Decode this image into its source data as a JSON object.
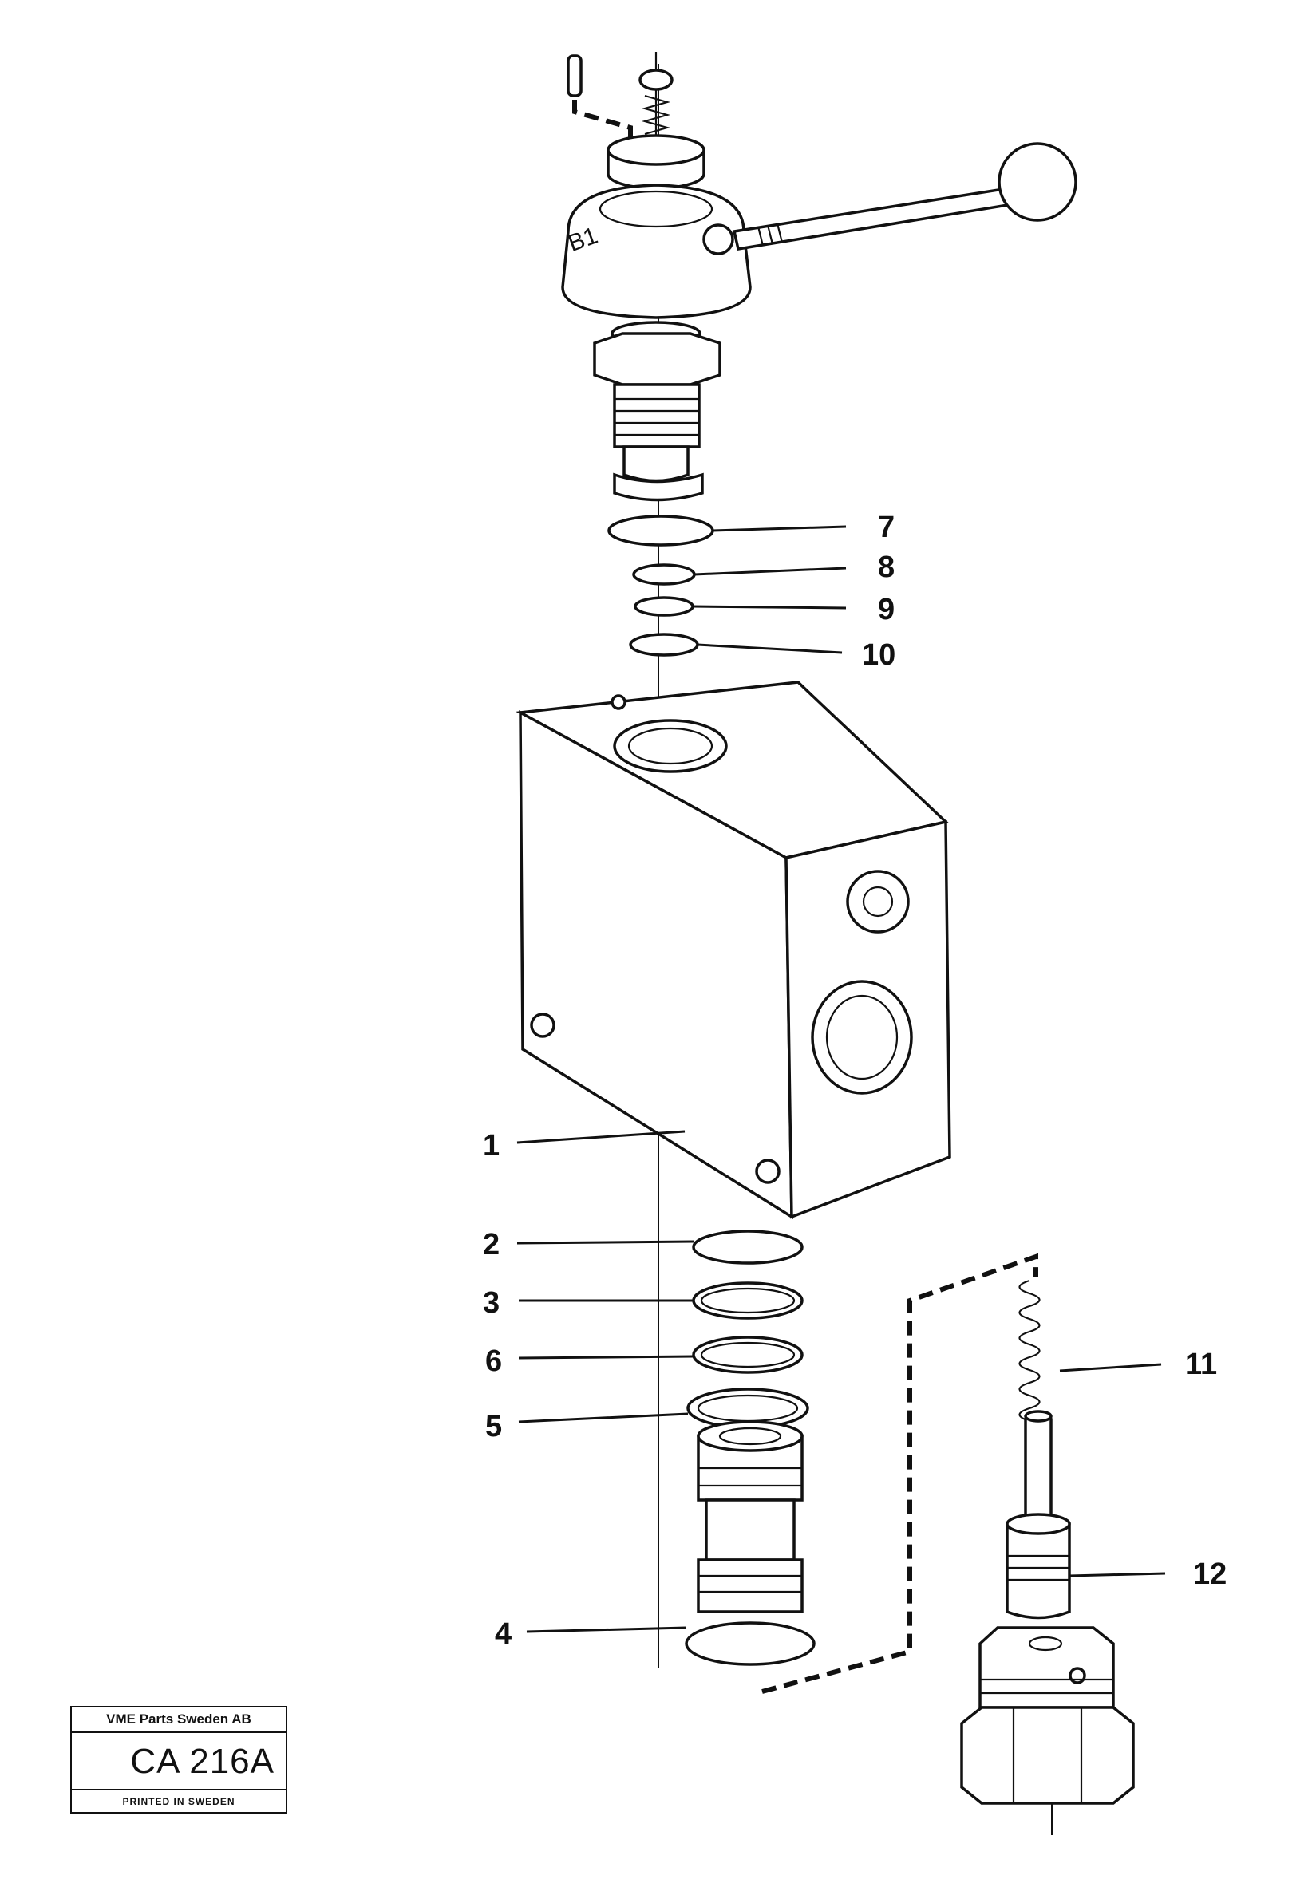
{
  "callouts": [
    {
      "id": "7",
      "label": "7"
    },
    {
      "id": "8",
      "label": "8"
    },
    {
      "id": "9",
      "label": "9"
    },
    {
      "id": "10",
      "label": "10"
    },
    {
      "id": "1",
      "label": "1"
    },
    {
      "id": "2",
      "label": "2"
    },
    {
      "id": "3",
      "label": "3"
    },
    {
      "id": "6",
      "label": "6"
    },
    {
      "id": "5",
      "label": "5"
    },
    {
      "id": "11",
      "label": "11"
    },
    {
      "id": "12",
      "label": "12"
    },
    {
      "id": "4",
      "label": "4"
    }
  ],
  "cap_marking": "B1",
  "title_block": {
    "company": "VME Parts Sweden AB",
    "code": "CA 216A",
    "printed": "PRINTED IN SWEDEN"
  }
}
